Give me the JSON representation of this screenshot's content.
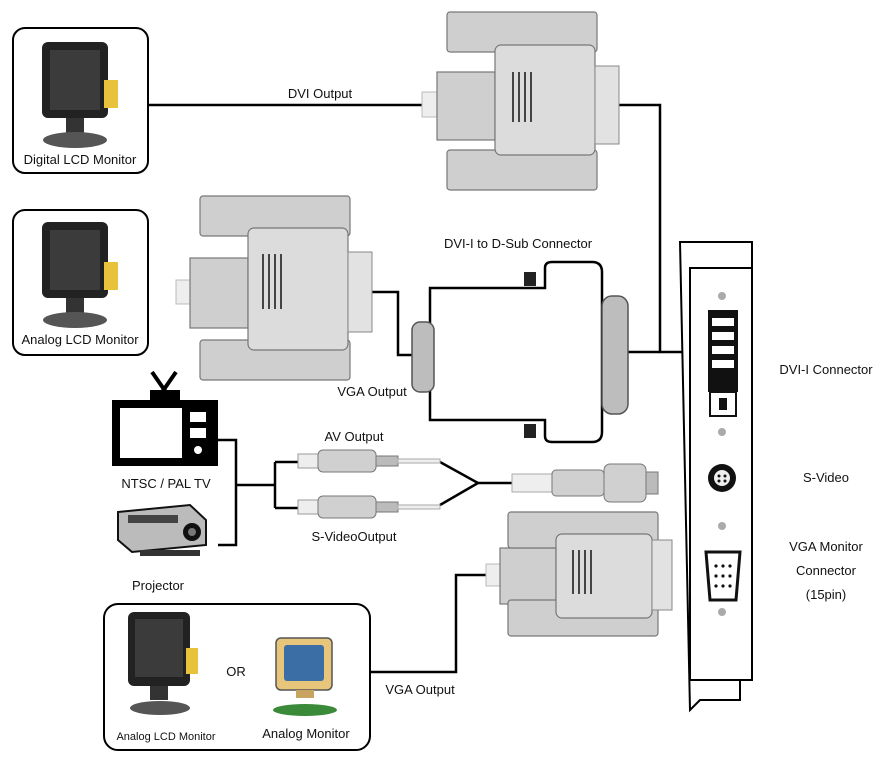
{
  "labels": {
    "digital_lcd_monitor": "Digital LCD Monitor",
    "analog_lcd_monitor": "Analog LCD Monitor",
    "dvi_output": "DVI Output",
    "dvi_i_to_dsub": "DVI-I to D-Sub Connector",
    "vga_output_top": "VGA Output",
    "av_output": "AV Output",
    "svideo_output": "S-VideoOutput",
    "ntsc_pal_tv": "NTSC / PAL TV",
    "projector": "Projector",
    "dvi_i_connector": "DVI-I Connector",
    "s_video": "S-Video",
    "vga_monitor_line1": "VGA Monitor",
    "vga_monitor_line2": "Connector",
    "vga_monitor_line3": "(15pin)",
    "or": "OR",
    "analog_lcd_monitor_small": "Analog LCD Monitor",
    "analog_monitor": "Analog Monitor",
    "vga_output_bottom": "VGA Output"
  }
}
